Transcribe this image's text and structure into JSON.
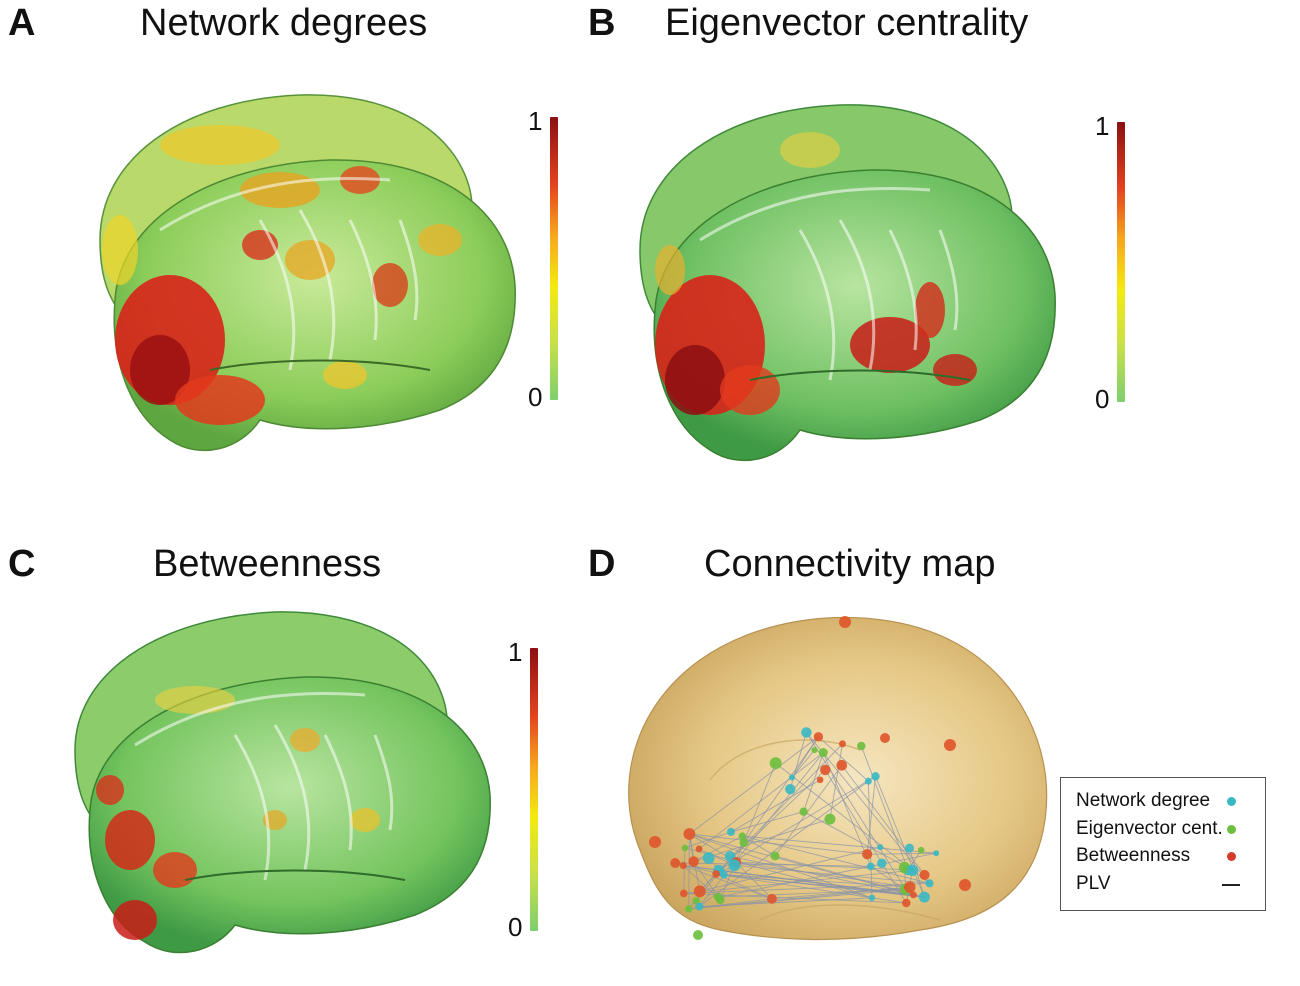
{
  "panels": [
    {
      "letter": "A",
      "title": "Network degrees",
      "scale_max": "1",
      "scale_min": "0"
    },
    {
      "letter": "B",
      "title": "Eigenvector centrality",
      "scale_max": "1",
      "scale_min": "0"
    },
    {
      "letter": "C",
      "title": "Betweenness",
      "scale_max": "1",
      "scale_min": "0"
    },
    {
      "letter": "D",
      "title": "Connectivity map"
    }
  ],
  "legend": {
    "items": [
      {
        "label": "Network degree",
        "color": "#39b8c4"
      },
      {
        "label": "Eigenvector cent.",
        "color": "#6cbf3e"
      },
      {
        "label": "Betweenness",
        "color": "#d6382a"
      },
      {
        "label": "PLV",
        "color": "#222222"
      }
    ]
  },
  "colors": {
    "colormap_low": "#7dcf6e",
    "colormap_mid": "#f4ea10",
    "colormap_high": "#8c0f12",
    "cortex_base": "#6fc24e",
    "head_fill": "#e6c886"
  }
}
